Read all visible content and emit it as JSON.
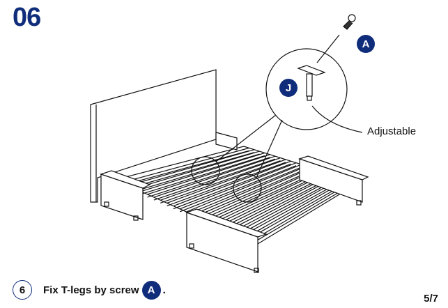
{
  "step_number": "06",
  "parts": {
    "screw_label": "A",
    "leg_label": "J"
  },
  "callout_label": "Adjustable",
  "instruction": {
    "number": "6",
    "text": "Fix T-legs by  screw",
    "part": "A",
    "end": "."
  },
  "page_indicator": "5/7",
  "colors": {
    "accent": "#0f2d7a"
  }
}
